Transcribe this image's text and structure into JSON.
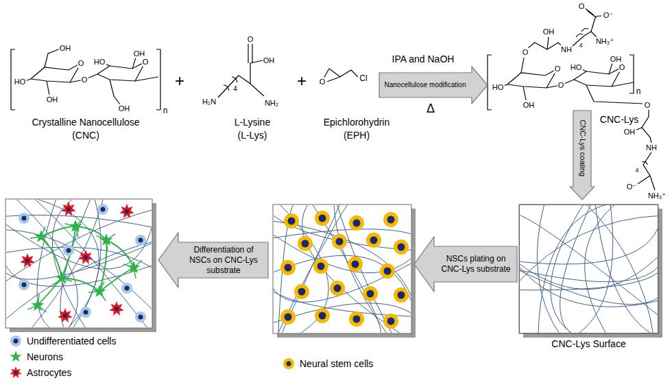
{
  "diagram": {
    "nodes": [
      {
        "text": [
          "Nanocellulose modification"
        ]
      },
      {
        "text": [
          "CNC-Lys coating"
        ]
      },
      {
        "text": [
          "NSCs plating on CNC-Lys substrate"
        ]
      },
      {
        "text": [
          "Differentiation of NSCs on CNC-Lys substrate"
        ]
      },
      {
        "text": [
          "CNC-Lys Surface"
        ]
      }
    ],
    "labels": [
      "OH",
      "HO",
      "OH",
      "O",
      "O",
      "HO",
      "OH",
      "O",
      "OH",
      "n",
      "Crystalline Nanocellulose",
      "(CNC)",
      "+",
      "O",
      "OH",
      "4",
      "H₂N",
      "NH₂",
      "L-Lysine",
      "(L-Lys)",
      "+",
      "O",
      "Cl",
      "Epichlorohydrin",
      "(EPH)",
      "IPA and NaOH",
      "Δ",
      "O",
      "OH",
      "NH",
      "4",
      "O",
      "O⁻",
      "NH₃⁺",
      "HO",
      "O",
      "O",
      "HO",
      "OH",
      "O",
      "OH",
      "n",
      "CNC-Lys",
      "O",
      "OH",
      "NH",
      "4",
      "O⁻",
      "NH₃⁺"
    ],
    "legend": [
      {
        "text": "Undifferentiated cells",
        "color": "#a8c8ea"
      },
      {
        "text": "Neurons",
        "color": "#2db34a"
      },
      {
        "text": "Astrocytes",
        "color": "#e8141c"
      },
      {
        "text": "Neural stem cells",
        "color": "#f6b800"
      }
    ]
  }
}
